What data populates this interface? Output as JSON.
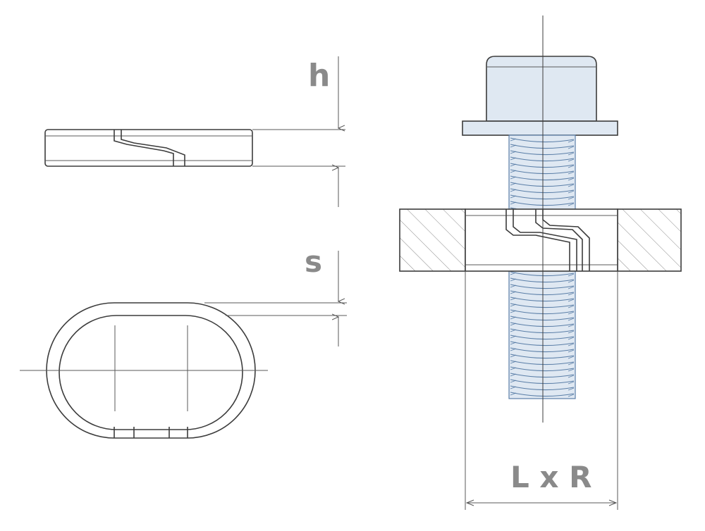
{
  "dimensions": {
    "height_label": "h",
    "thickness_label": "s",
    "slot_label": "L x R"
  },
  "colors": {
    "outline": "#3c3c3c",
    "screw_fill": "#dfe8f2",
    "thread": "#5b7fa8",
    "dimension_text": "#8a8a8a"
  }
}
